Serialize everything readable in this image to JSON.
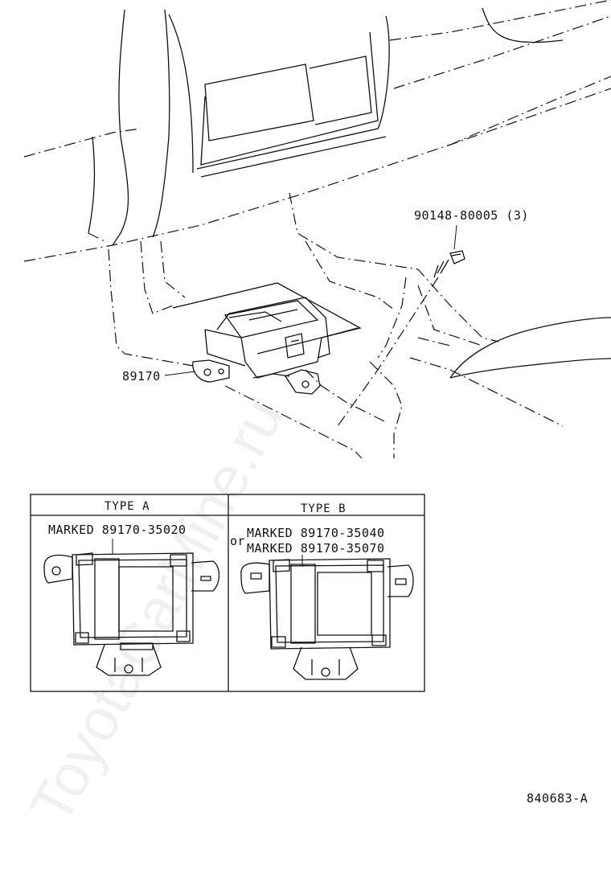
{
  "diagram_id": "840683-A",
  "parts": {
    "ecu_part_no": "89170",
    "screw_part_no": "90148-80005 (3)"
  },
  "types": [
    {
      "header": "TYPE A",
      "lines": [
        "MARKED 89170-35020"
      ]
    },
    {
      "header": "TYPE B",
      "prefix": "or",
      "lines": [
        "MARKED 89170-35040",
        "MARKED 89170-35070"
      ]
    }
  ],
  "watermark": "ToyotaCarMine.ru"
}
